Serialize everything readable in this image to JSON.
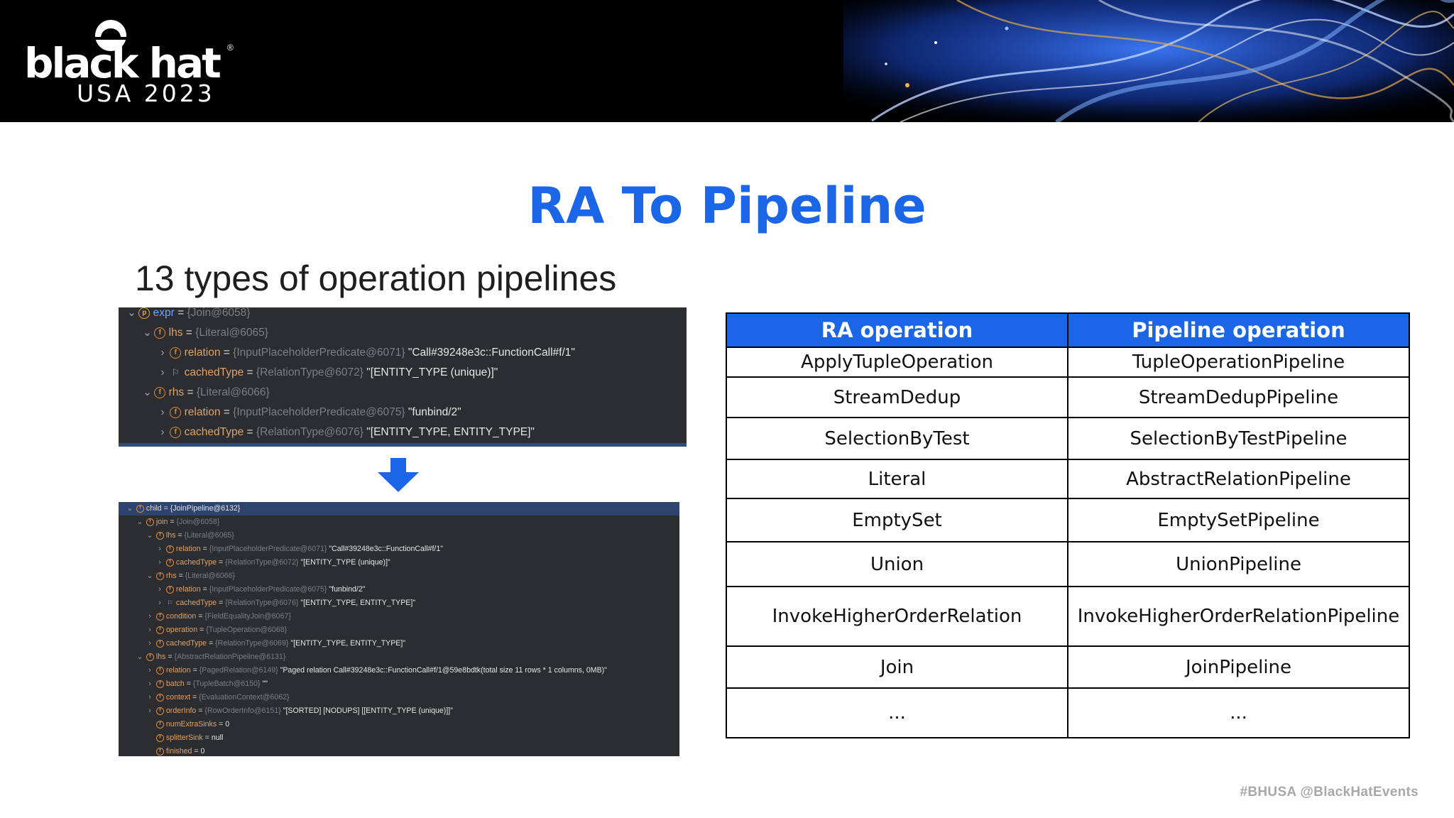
{
  "header": {
    "brand_word": "black hat",
    "brand_sub": "USA 2023",
    "registered_mark": "®"
  },
  "slide": {
    "title": "RA To Pipeline",
    "subtitle": "13 types of operation pipelines"
  },
  "debugger_top": {
    "rows": [
      {
        "name": "expr",
        "ref": "{Join@6058}",
        "value": ""
      },
      {
        "name": "lhs",
        "ref": "{Literal@6065}",
        "value": ""
      },
      {
        "name": "relation",
        "ref": "{InputPlaceholderPredicate@6071}",
        "value": "\"Call#39248e3c::FunctionCall#f/1\""
      },
      {
        "name": "cachedType",
        "ref": "{RelationType@6072}",
        "value": "\"[ENTITY_TYPE (unique)]\""
      },
      {
        "name": "rhs",
        "ref": "{Literal@6066}",
        "value": ""
      },
      {
        "name": "relation",
        "ref": "{InputPlaceholderPredicate@6075}",
        "value": "\"funbind/2\""
      },
      {
        "name": "cachedType",
        "ref": "{RelationType@6076}",
        "value": "\"[ENTITY_TYPE, ENTITY_TYPE]\""
      }
    ]
  },
  "debugger_bottom": {
    "rows": [
      {
        "name": "child",
        "ref": "{JoinPipeline@6132}",
        "value": ""
      },
      {
        "name": "join",
        "ref": "{Join@6058}",
        "value": ""
      },
      {
        "name": "lhs",
        "ref": "{Literal@6065}",
        "value": ""
      },
      {
        "name": "relation",
        "ref": "{InputPlaceholderPredicate@6071}",
        "value": "\"Call#39248e3c::FunctionCall#f/1\""
      },
      {
        "name": "cachedType",
        "ref": "{RelationType@6072}",
        "value": "\"[ENTITY_TYPE (unique)]\""
      },
      {
        "name": "rhs",
        "ref": "{Literal@6066}",
        "value": ""
      },
      {
        "name": "relation",
        "ref": "{InputPlaceholderPredicate@6075}",
        "value": "\"funbind/2\""
      },
      {
        "name": "cachedType",
        "ref": "{RelationType@6076}",
        "value": "\"[ENTITY_TYPE, ENTITY_TYPE]\""
      },
      {
        "name": "condition",
        "ref": "{FieldEqualityJoin@6067}",
        "value": ""
      },
      {
        "name": "operation",
        "ref": "{TupleOperation@6068}",
        "value": ""
      },
      {
        "name": "cachedType",
        "ref": "{RelationType@6069}",
        "value": "\"[ENTITY_TYPE, ENTITY_TYPE]\""
      },
      {
        "name": "lhs",
        "ref": "{AbstractRelationPipeline@6131}",
        "value": ""
      },
      {
        "name": "relation",
        "ref": "{PagedRelation@6149}",
        "value": "\"Paged relation Call#39248e3c::FunctionCall#f/1@59e8bdtk(total size 11 rows * 1 columns, 0MB)\""
      },
      {
        "name": "batch",
        "ref": "{TupleBatch@6150}",
        "value": "\"\""
      },
      {
        "name": "context",
        "ref": "{EvaluationContext@6062}",
        "value": ""
      },
      {
        "name": "orderInfo",
        "ref": "{RowOrderInfo@6151}",
        "value": "\"[SORTED] [NODUPS] [[ENTITY_TYPE (unique)]]\""
      },
      {
        "name": "numExtraSinks",
        "ref": "",
        "value": "0"
      },
      {
        "name": "splitterSink",
        "ref": "",
        "value": "null"
      },
      {
        "name": "finished",
        "ref": "",
        "value": "0"
      }
    ]
  },
  "table": {
    "headers": [
      "RA operation",
      "Pipeline operation"
    ],
    "rows": [
      [
        "ApplyTupleOperation",
        "TupleOperationPipeline"
      ],
      [
        "StreamDedup",
        "StreamDedupPipeline"
      ],
      [
        "SelectionByTest",
        "SelectionByTestPipeline"
      ],
      [
        "Literal",
        "AbstractRelationPipeline"
      ],
      [
        "EmptySet",
        "EmptySetPipeline"
      ],
      [
        "Union",
        "UnionPipeline"
      ],
      [
        "InvokeHigherOrderRelation",
        "InvokeHigherOrderRelationPipeline"
      ],
      [
        "Join",
        "JoinPipeline"
      ],
      [
        "...",
        "..."
      ]
    ]
  },
  "footer": {
    "hashtag": "#BHUSA",
    "handle": "@BlackHatEvents"
  },
  "colors": {
    "accent": "#1a66e6",
    "debugger_bg": "#2b2d30",
    "field_icon": "#e08a3a"
  }
}
